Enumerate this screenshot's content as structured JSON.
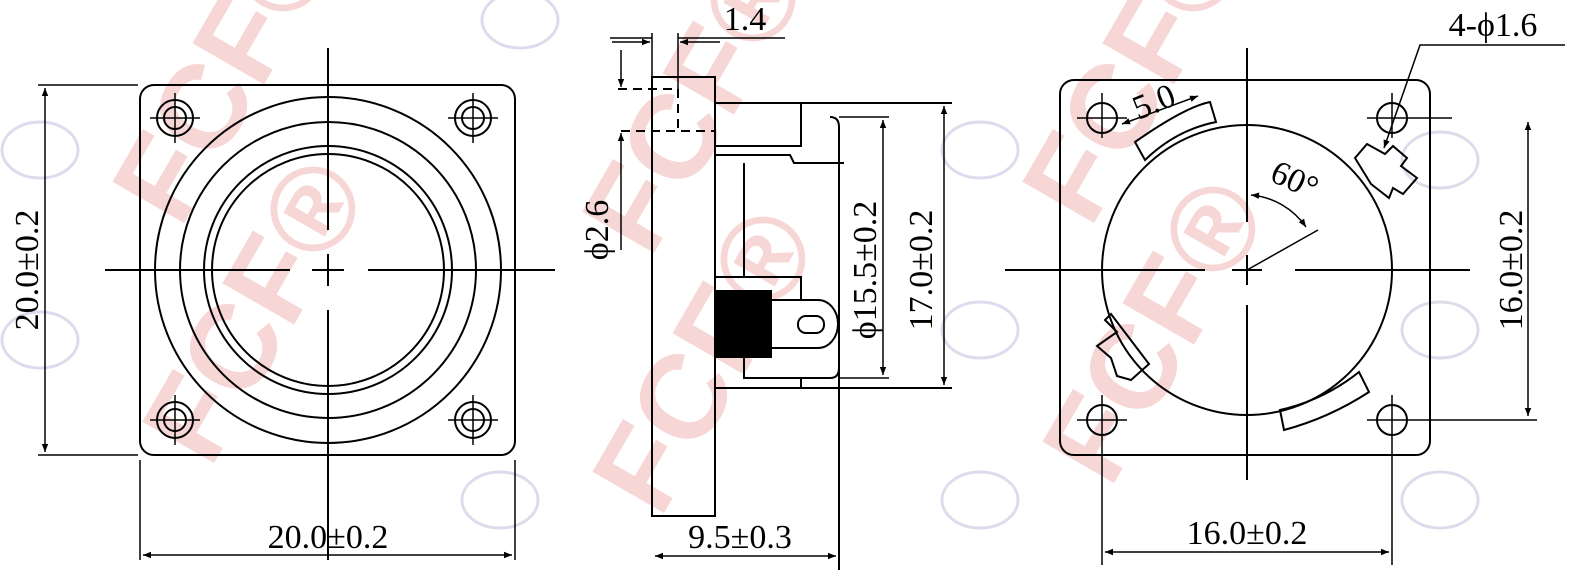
{
  "watermark": {
    "text": "FCF",
    "mark": "®",
    "color": "#f5c9c9"
  },
  "front_view": {
    "width_dim": "20.0±0.2",
    "height_dim": "20.0±0.2"
  },
  "side_view": {
    "flange_thickness_dim": "1.4",
    "hole_dim": "ϕ2.6",
    "cone_dim": "ϕ15.5±0.2",
    "body_dim": "17.0±0.2",
    "depth_dim": "9.5±0.3"
  },
  "rear_view": {
    "holes_dim": "4-ϕ1.6",
    "arc_dim": "5.0",
    "angle_dim": "60°",
    "hole_pitch_vertical": "16.0±0.2",
    "hole_pitch_horizontal": "16.0±0.2"
  }
}
